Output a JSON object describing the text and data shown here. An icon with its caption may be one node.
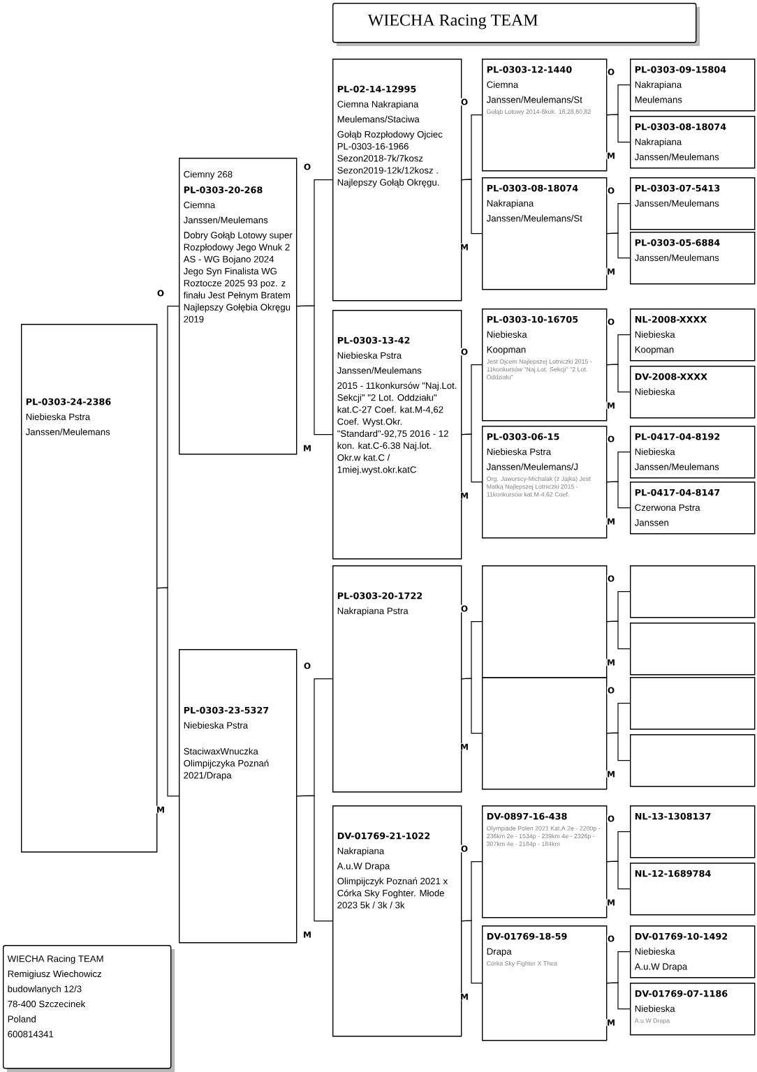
{
  "diagram": {
    "nodes": [
      {
        "text": [
          "WIECHA Racing TEAM"
        ]
      },
      {
        "text": [
          "PL-0303-24-2386",
          "Niebieska Pstra",
          "Janssen/Meulemans"
        ]
      },
      {
        "text": [
          "Ciemny 268",
          "PL-0303-20-268",
          "Ciemna",
          "Janssen/Meulemans",
          "Dobry Gołąb Lotowy super Rozpłodowy Jego Wnuk 2 AS - WG Bojano 2024 Jego Syn Finalista WG Roztocze 2025 93 poz. z finału Jest Pełnym Bratem Najlepszy Gołębia Okręgu 2019"
        ]
      },
      {
        "text": [
          "PL-0303-23-5327",
          "Niebieska Pstra",
          "StaciwaxWnuczka Olimpijczyka Poznań 2021/Drapa"
        ]
      },
      {
        "text": [
          "PL-02-14-12995",
          "Ciemna Nakrapiana",
          "Meulemans/Staciwa",
          "Gołąb Rozpłodowy Ojciec PL-0303-16-1966 Sezon2018-7k/7kosz Sezon2019-12k/12kosz . Najlepszy Gołąb Okręgu."
        ]
      },
      {
        "text": [
          "PL-0303-13-42",
          "Niebieska Pstra",
          "Janssen/Meulemans",
          "2015 - 11konkursów \"Naj.Lot. Sekcji\" \"2 Lot. Oddziału\" kat.C-27 Coef. kat.M-4,62 Coef. Wyst.Okr. \"Standard\"-92,75 2016 - 12 kon. kat.C-6.38 Naj.lot. Okr.w kat.C / 1miej.wyst.okr.katC"
        ]
      },
      {
        "text": [
          "PL-0303-20-1722",
          "Nakrapiana Pstra"
        ]
      },
      {
        "text": [
          "DV-01769-21-1022",
          "Nakrapiana",
          "A.u.W Drapa",
          "Olimpijczyk Poznań 2021 x Córka Sky Foghter. Młode 2023 5k / 3k / 3k"
        ]
      },
      {
        "text": [
          "PL-0303-12-1440",
          "Ciemna",
          "Janssen/Meulemans/St",
          "Gołąb Lotowy 2014-8kok. 16,28,60,82"
        ]
      },
      {
        "text": [
          "PL-0303-08-18074",
          "Nakrapiana",
          "Janssen/Meulemans/St"
        ]
      },
      {
        "text": [
          "PL-0303-10-16705",
          "Niebieska",
          "Koopman",
          "Jest Ojcem Najlepszej Lotniczki 2015 - 11konkursów \"Naj.Lot. Sekcji\" \"2 Lot. Oddziału\""
        ]
      },
      {
        "text": [
          "PL-0303-06-15",
          "Niebieska Pstra",
          "Janssen/Meulemans/J",
          "Org. Jaworscy-Michalak (z Jajka) Jest Matką Najlepszej Lotniczki 2015 - 11konkursów kat.M-4,62 Coef."
        ]
      },
      {
        "text": [],
        "shape": "box"
      },
      {
        "text": [],
        "shape": "box"
      },
      {
        "text": [
          "DV-0897-16-438",
          "Olympiade Polen 2021 Kat.A 2e - 2200p - 236km 2e - 1534p - 239km 4e - 2326p - 307km 4e - 2184p - 184km"
        ]
      },
      {
        "text": [
          "DV-01769-18-59",
          "Drapa",
          "Córka Sky Fighter X Thea"
        ]
      },
      {
        "text": [
          "PL-0303-09-15804",
          "Nakrapiana",
          "Meulemans"
        ]
      },
      {
        "text": [
          "PL-0303-08-18074",
          "Nakrapiana",
          "Janssen/Meulemans"
        ]
      },
      {
        "text": [
          "PL-0303-07-5413",
          "Janssen/Meulemans"
        ]
      },
      {
        "text": [
          "PL-0303-05-6884",
          "Janssen/Meulemans"
        ]
      },
      {
        "text": [
          "NL-2008-XXXX",
          "Niebieska",
          "Koopman"
        ]
      },
      {
        "text": [
          "DV-2008-XXXX",
          "Niebieska"
        ]
      },
      {
        "text": [
          "PL-0417-04-8192",
          "Niebieska",
          "Janssen/Meulemans"
        ]
      },
      {
        "text": [
          "PL-0417-04-8147",
          "Czerwona Pstra",
          "Janssen"
        ]
      },
      {
        "text": [],
        "shape": "box"
      },
      {
        "text": [],
        "shape": "box"
      },
      {
        "text": [],
        "shape": "box"
      },
      {
        "text": [],
        "shape": "box"
      },
      {
        "text": [
          "NL-13-1308137"
        ]
      },
      {
        "text": [
          "NL-12-1689784"
        ]
      },
      {
        "text": [
          "DV-01769-10-1492",
          "Niebieska",
          "A.u.W Drapa"
        ]
      },
      {
        "text": [
          "DV-01769-07-1186",
          "Niebieska",
          "A.u.W Drapa"
        ]
      },
      {
        "text": [
          "WIECHA Racing TEAM",
          "Remigiusz Wiechowicz",
          "budowlanych 12/3",
          "78-400 Szczecinek",
          "Poland",
          "600814341"
        ]
      }
    ],
    "edges": [
      {
        "from": 1,
        "to": 2,
        "arrow": "none",
        "label": "O"
      },
      {
        "from": 1,
        "to": 3,
        "arrow": "none",
        "label": "M"
      },
      {
        "from": 2,
        "to": 4,
        "arrow": "none",
        "label": "O"
      },
      {
        "from": 2,
        "to": 5,
        "arrow": "none",
        "label": "M"
      },
      {
        "from": 3,
        "to": 6,
        "arrow": "none",
        "label": "O"
      },
      {
        "from": 3,
        "to": 7,
        "arrow": "none",
        "label": "M"
      },
      {
        "from": 4,
        "to": 8,
        "arrow": "none",
        "label": "O"
      },
      {
        "from": 4,
        "to": 9,
        "arrow": "none",
        "label": "M"
      },
      {
        "from": 5,
        "to": 10,
        "arrow": "none",
        "label": "O"
      },
      {
        "from": 5,
        "to": 11,
        "arrow": "none",
        "label": "M"
      },
      {
        "from": 6,
        "to": 12,
        "arrow": "none",
        "label": "O"
      },
      {
        "from": 6,
        "to": 13,
        "arrow": "none",
        "label": "M"
      },
      {
        "from": 7,
        "to": 14,
        "arrow": "none",
        "label": "O"
      },
      {
        "from": 7,
        "to": 15,
        "arrow": "none",
        "label": "M"
      },
      {
        "from": 8,
        "to": 16,
        "arrow": "none",
        "label": "O"
      },
      {
        "from": 8,
        "to": 17,
        "arrow": "none",
        "label": "M"
      },
      {
        "from": 9,
        "to": 18,
        "arrow": "none",
        "label": "O"
      },
      {
        "from": 9,
        "to": 19,
        "arrow": "none",
        "label": "M"
      },
      {
        "from": 10,
        "to": 20,
        "arrow": "none",
        "label": "O"
      },
      {
        "from": 10,
        "to": 21,
        "arrow": "none",
        "label": "M"
      },
      {
        "from": 11,
        "to": 22,
        "arrow": "none",
        "label": "O"
      },
      {
        "from": 11,
        "to": 23,
        "arrow": "none",
        "label": "M"
      },
      {
        "from": 12,
        "to": 24,
        "arrow": "none",
        "label": "O"
      },
      {
        "from": 12,
        "to": 25,
        "arrow": "none",
        "label": "M"
      },
      {
        "from": 13,
        "to": 26,
        "arrow": "none",
        "label": "O"
      },
      {
        "from": 13,
        "to": 27,
        "arrow": "none",
        "label": "M"
      },
      {
        "from": 14,
        "to": 28,
        "arrow": "none",
        "label": "O"
      },
      {
        "from": 14,
        "to": 29,
        "arrow": "none",
        "label": "M"
      },
      {
        "from": 15,
        "to": 30,
        "arrow": "none",
        "label": "O"
      },
      {
        "from": 15,
        "to": 31,
        "arrow": "none",
        "label": "M"
      }
    ]
  }
}
